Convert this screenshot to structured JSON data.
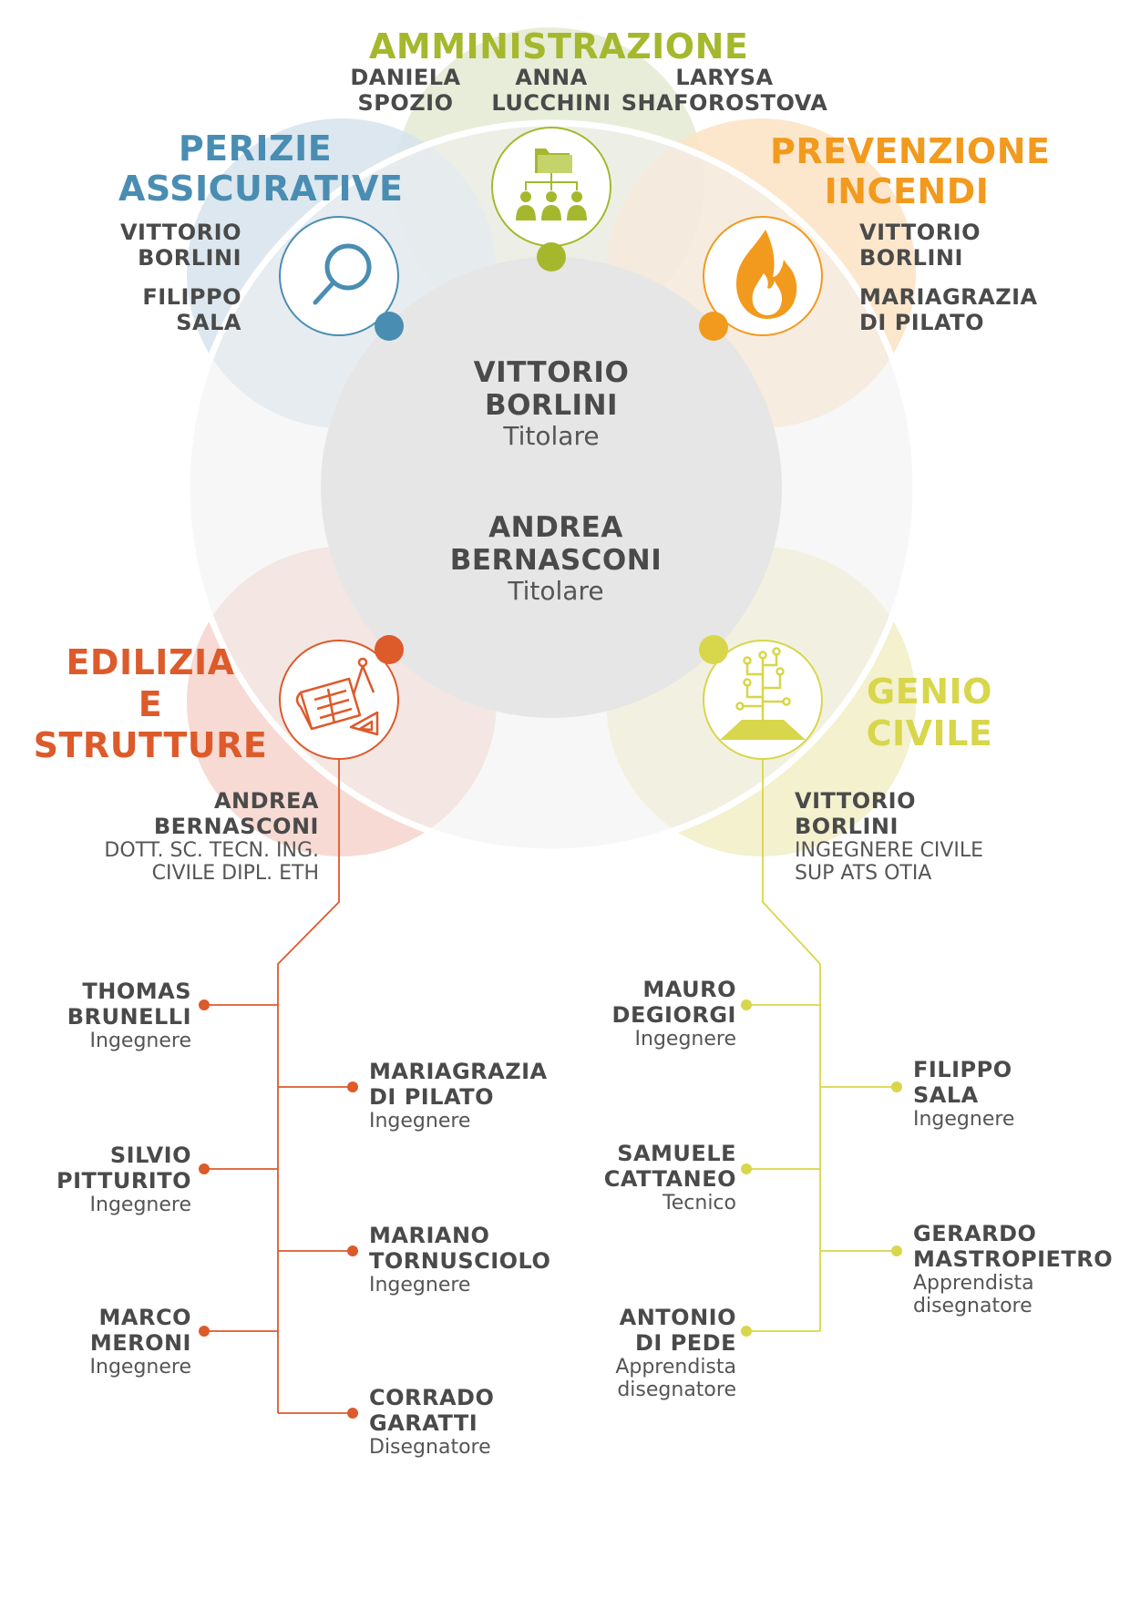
{
  "colors": {
    "admin": "#a5b82d",
    "perizie": "#4a8db3",
    "prevenzione": "#f29a1d",
    "edilizia": "#dd5a2b",
    "genio": "#d8d64a",
    "text": "#4a4a4a"
  },
  "departments": {
    "admin": {
      "title": "AMMINISTRAZIONE",
      "icon": "folder-org-icon",
      "members": [
        [
          "DANIELA",
          "SPOZIO"
        ],
        [
          "ANNA",
          "LUCCHINI"
        ],
        [
          "LARYSA",
          "SHAFOROSTOVA"
        ]
      ]
    },
    "perizie": {
      "title": [
        "PERIZIE",
        "ASSICURATIVE"
      ],
      "icon": "magnifier-icon",
      "members": [
        [
          "VITTORIO",
          "BORLINI"
        ],
        [
          "FILIPPO",
          "SALA"
        ]
      ]
    },
    "prevenzione": {
      "title": [
        "PREVENZIONE",
        "INCENDI"
      ],
      "icon": "flame-icon",
      "members": [
        [
          "VITTORIO",
          "BORLINI"
        ],
        [
          "MARIAGRAZIA",
          "DI PILATO"
        ]
      ]
    },
    "edilizia": {
      "title": [
        "EDILIZIA",
        "E",
        "STRUTTURE"
      ],
      "icon": "blueprint-icon",
      "head": {
        "name": [
          "ANDREA",
          "BERNASCONI"
        ],
        "role": [
          "DOTT. SC. TECN. ING.",
          "CIVILE DIPL. ETH"
        ]
      },
      "team": [
        {
          "name": [
            "THOMAS",
            "BRUNELLI"
          ],
          "role": "Ingegnere"
        },
        {
          "name": [
            "MARIAGRAZIA",
            "DI PILATO"
          ],
          "role": "Ingegnere"
        },
        {
          "name": [
            "SILVIO",
            "PITTURITO"
          ],
          "role": "Ingegnere"
        },
        {
          "name": [
            "MARIANO",
            "TORNUSCIOLO"
          ],
          "role": "Ingegnere"
        },
        {
          "name": [
            "MARCO",
            "MERONI"
          ],
          "role": "Ingegnere"
        },
        {
          "name": [
            "CORRADO",
            "GARATTI"
          ],
          "role": "Disegnatore"
        }
      ]
    },
    "genio": {
      "title": [
        "GENIO",
        "CIVILE"
      ],
      "icon": "circuit-tree-icon",
      "head": {
        "name": [
          "VITTORIO",
          "BORLINI"
        ],
        "role": [
          "INGEGNERE CIVILE",
          "SUP ATS OTIA"
        ]
      },
      "team": [
        {
          "name": [
            "MAURO",
            "DEGIORGI"
          ],
          "role": "Ingegnere"
        },
        {
          "name": [
            "FILIPPO",
            "SALA"
          ],
          "role": "Ingegnere"
        },
        {
          "name": [
            "SAMUELE",
            "CATTANEO"
          ],
          "role": "Tecnico"
        },
        {
          "name": [
            "GERARDO",
            "MASTROPIETRO"
          ],
          "role": [
            "Apprendista",
            "disegnatore"
          ]
        },
        {
          "name": [
            "ANTONIO",
            "DI PEDE"
          ],
          "role": [
            "Apprendista",
            "disegnatore"
          ]
        }
      ]
    }
  },
  "owners": [
    {
      "name": [
        "VITTORIO",
        "BORLINI"
      ],
      "role": "Titolare"
    },
    {
      "name": [
        "ANDREA",
        "BERNASCONI"
      ],
      "role": "Titolare"
    }
  ]
}
